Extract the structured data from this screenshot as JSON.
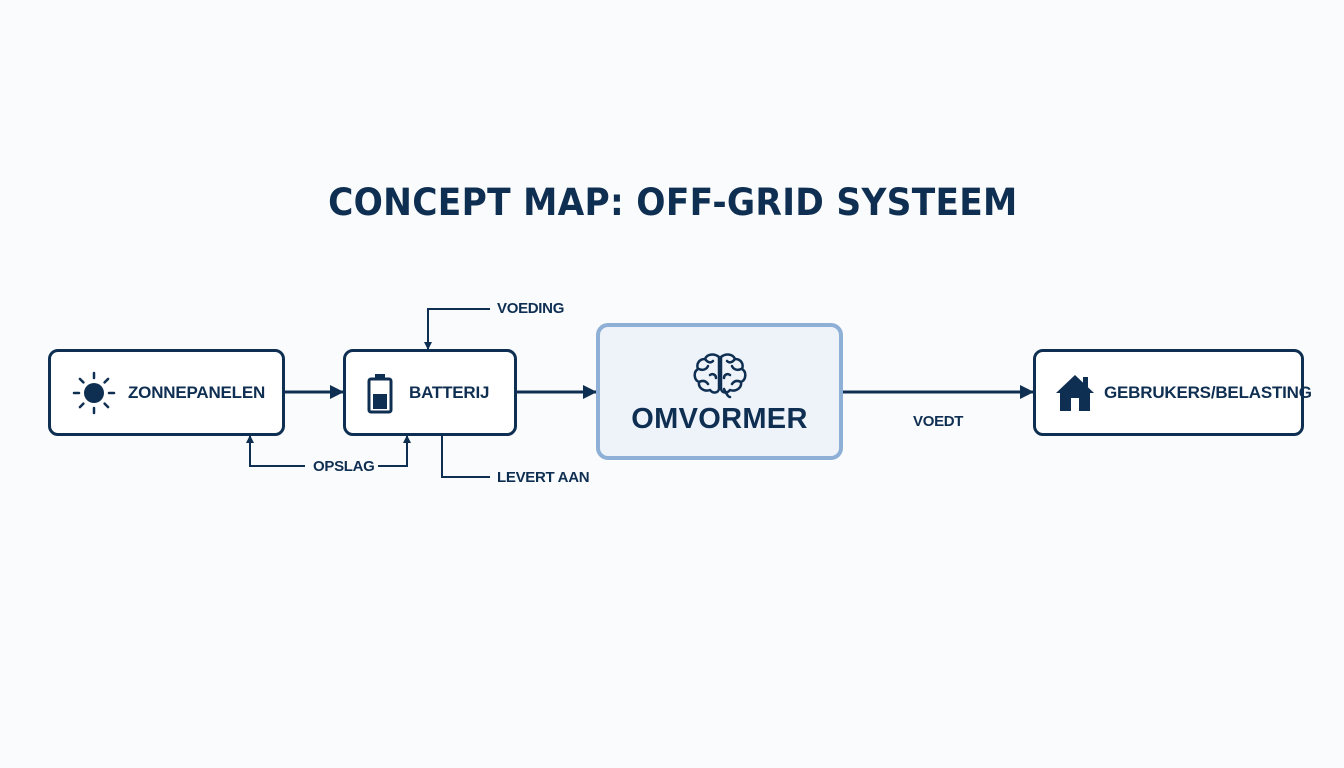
{
  "title": "CONCEPT MAP: OFF-GRID SYSTEEM",
  "colors": {
    "primary": "#0f2f52",
    "highlight_fill": "#eef3fa",
    "highlight_border": "#8fb0d6",
    "background": "#fafbfc"
  },
  "nodes": {
    "panels": {
      "label": "ZONNEPANELEN",
      "icon": "sun-icon"
    },
    "battery": {
      "label": "BATTERIJ",
      "icon": "battery-icon"
    },
    "inverter": {
      "label": "OMVORMER",
      "icon": "brain-icon"
    },
    "loads": {
      "label": "GEBRUKERS/BELASTING",
      "icon": "house-icon"
    }
  },
  "edge_labels": {
    "voeding": "VOEDING",
    "opslag": "OPSLAG",
    "levert_aan": "LEVERT AAN",
    "voedt": "VOEDT"
  }
}
